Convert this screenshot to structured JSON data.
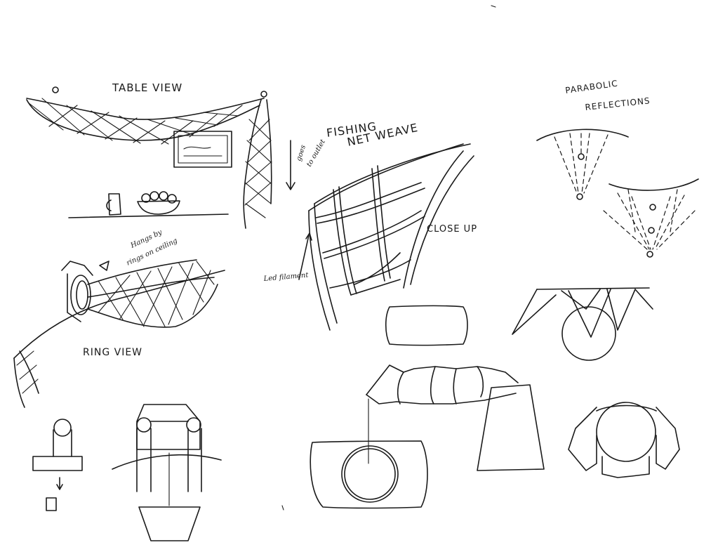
{
  "labels": {
    "table_view": "TABLE VIEW",
    "fishing": "FISHING",
    "net_weave": "NET WEAVE",
    "parabolic": "PARABOLIC",
    "reflections": "REFLECTIONS",
    "close_up": "CLOSE UP",
    "ring_view": "RING VIEW",
    "goes_to": "goes",
    "to_outlet": "to outlet",
    "hangs_by": "Hangs by",
    "rings_on_ceiling": "rings on ceiling",
    "led_filament": "Led filament"
  }
}
